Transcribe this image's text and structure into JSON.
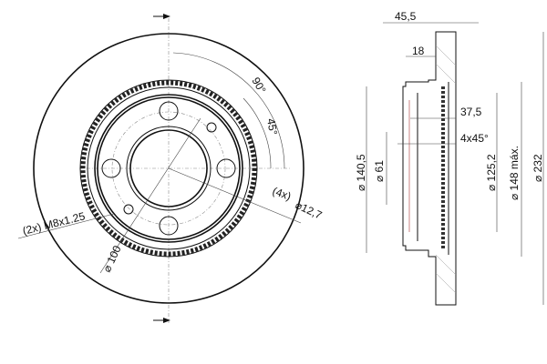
{
  "front_view": {
    "angle_90": "90°",
    "angle_45": "45°",
    "hole_count": "(4x)",
    "hole_diameter": "⌀12,7",
    "thread": "(2x) M8x1.25",
    "pcd": "⌀ 100"
  },
  "side_view": {
    "overall_width": "45,5",
    "disc_thickness": "18",
    "hat_depth": "37,5",
    "chamfer": "4x45°",
    "hat_diameter": "⌀ 125,2",
    "max_diameter": "⌀ 148 máx.",
    "outer_diameter": "⌀ 232",
    "hub_outer_diameter": "⌀ 140,5",
    "center_bore": "⌀ 61"
  }
}
